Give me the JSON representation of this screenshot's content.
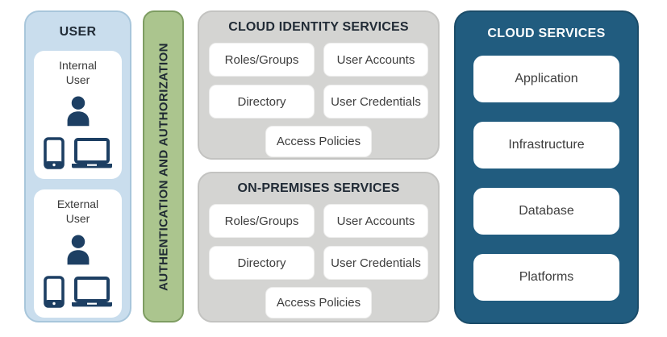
{
  "user_panel": {
    "title": "USER",
    "cards": [
      {
        "label": "Internal User"
      },
      {
        "label": "External User"
      }
    ]
  },
  "auth_bar": {
    "label": "AUTHENTICATION AND AUTHORIZATION"
  },
  "cloud_identity": {
    "title": "CLOUD IDENTITY SERVICES",
    "boxes": [
      "Roles/Groups",
      "User Accounts",
      "Directory",
      "User Credentials",
      "Access Policies"
    ]
  },
  "on_premises": {
    "title": "ON-PREMISES SERVICES",
    "boxes": [
      "Roles/Groups",
      "User Accounts",
      "Directory",
      "User Credentials",
      "Access Policies"
    ]
  },
  "cloud_services": {
    "title": "CLOUD SERVICES",
    "boxes": [
      "Application",
      "Infrastructure",
      "Database",
      "Platforms"
    ]
  },
  "icons": {
    "person": "person-icon",
    "smartphone": "smartphone-icon",
    "laptop": "laptop-icon"
  },
  "colors": {
    "user_panel_bg": "#c9dded",
    "user_panel_border": "#a8c6db",
    "auth_bar_bg": "#abc58e",
    "auth_bar_border": "#7e9d62",
    "gray_panel_bg": "#d4d4d2",
    "cloud_panel_bg": "#215c7f",
    "icon_navy": "#1d3f63",
    "header_text": "#212b36",
    "box_text": "#3d3d3d"
  }
}
